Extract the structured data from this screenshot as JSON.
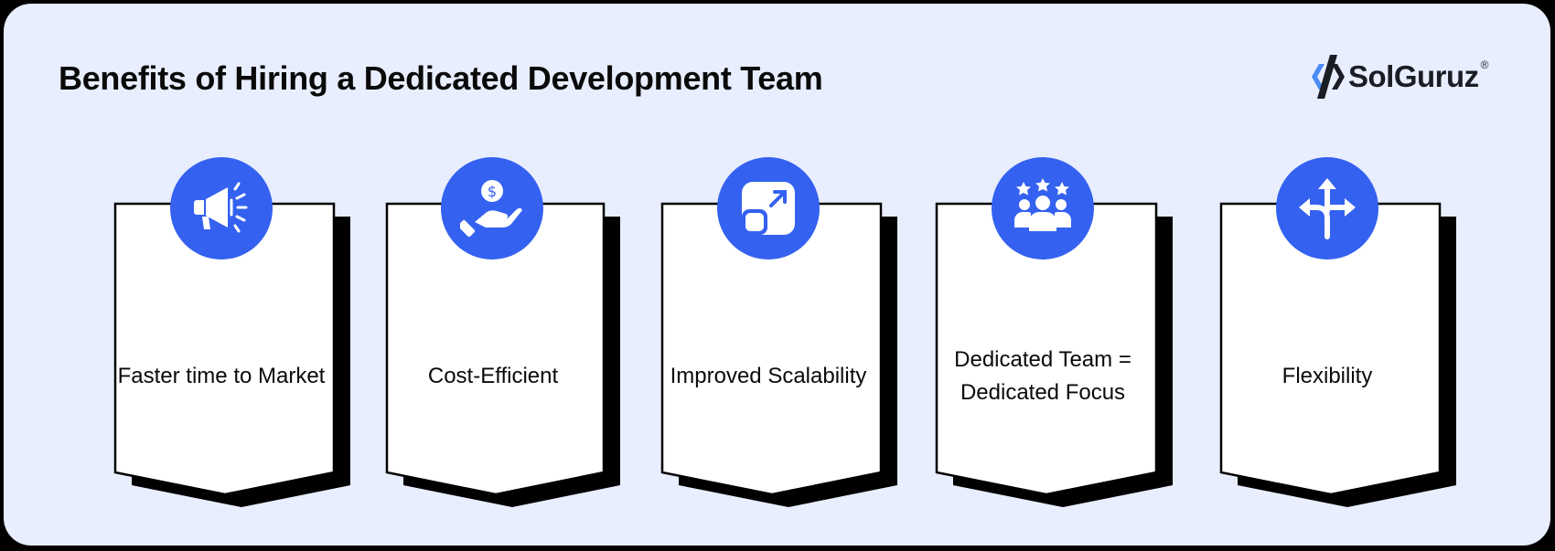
{
  "header": {
    "title": "Benefits of Hiring a Dedicated Development Team"
  },
  "logo": {
    "name": "SolGuruz",
    "registered_mark": "®",
    "icon": "solguruz-logo-icon",
    "colors": {
      "primary": "#1A1D24",
      "accent": "#4A8BF5"
    }
  },
  "colors": {
    "background": "#E8EEFD",
    "frame": "#000000",
    "icon_circle": "#3461F0",
    "card_fill": "#FFFFFF",
    "card_border": "#000000"
  },
  "cards": [
    {
      "label": "Faster time to Market",
      "icon": "megaphone-icon"
    },
    {
      "label": "Cost-Efficient",
      "icon": "hand-coin-icon"
    },
    {
      "label": "Improved Scalability",
      "icon": "scale-up-icon"
    },
    {
      "label": "Dedicated Team = Dedicated Focus",
      "icon": "team-stars-icon"
    },
    {
      "label": "Flexibility",
      "icon": "split-arrows-icon"
    }
  ]
}
